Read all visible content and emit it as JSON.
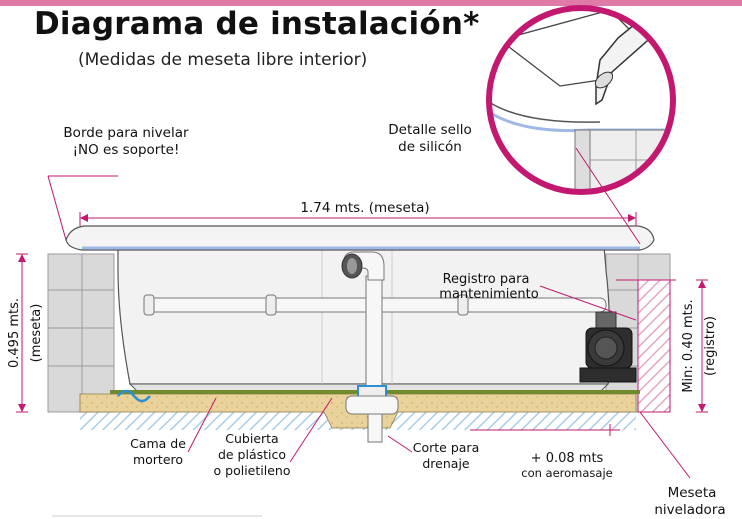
{
  "header": {
    "title": "Diagrama de instalación*",
    "subtitle": "(Medidas de meseta libre interior)"
  },
  "labels": {
    "borde_line1": "Borde para nivelar",
    "borde_line2": "¡NO es soporte!",
    "detalle_line1": "Detalle sello",
    "detalle_line2": "de silicón",
    "meseta_width": "1.74 mts. (meseta)",
    "registro_line1": "Registro para",
    "registro_line2": "mantenimiento",
    "height_meseta_line1": "0.495 mts.",
    "height_meseta_line2": "(meseta)",
    "height_registro_line1": "Min: 0.40 mts.",
    "height_registro_line2": "(registro)",
    "cama_line1": "Cama de",
    "cama_line2": "mortero",
    "cubierta_line1": "Cubierta",
    "cubierta_line2": "de plástico",
    "cubierta_line3": "o polietileno",
    "corte_line1": "Corte para",
    "corte_line2": "drenaje",
    "plus_line1": "+ 0.08 mts",
    "plus_line2": "con aeromasaje",
    "meseta_niv_line1": "Meseta",
    "meseta_niv_line2": "niveladora"
  },
  "colors": {
    "accent": "#c2186f",
    "tile": "#d9d9d9",
    "tub": "#f2f2f2",
    "mortar": "#ead39a",
    "sealant": "#9fb8e6",
    "hatch": "#aacde6"
  }
}
